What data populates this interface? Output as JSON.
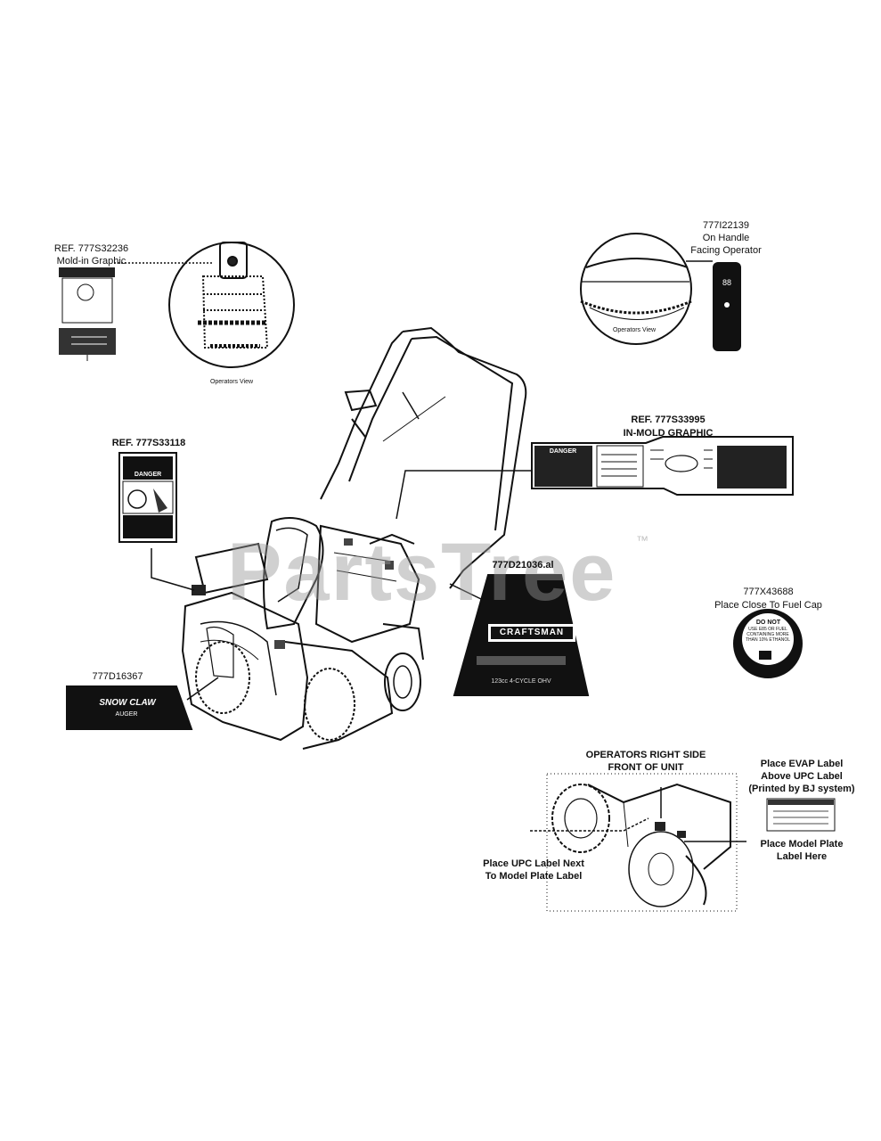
{
  "watermark": {
    "text": "PartsTree",
    "trademark": "™"
  },
  "callouts": {
    "moldin": {
      "ref": "REF. 777S32236",
      "desc": "Mold-in Graphic",
      "view": "Operators View"
    },
    "handle": {
      "part": "777I22139",
      "line1": "On Handle",
      "line2": "Facing Operator",
      "view": "Operators View"
    },
    "inmold": {
      "ref": "REF. 777S33995",
      "desc": "IN-MOLD GRAPHIC",
      "danger": "DANGER"
    },
    "danger_decal": {
      "ref": "REF. 777S33118",
      "danger": "DANGER"
    },
    "craftsman": {
      "part": "777D21036.al",
      "brand": "CRAFTSMAN",
      "engine": "123cc  4-CYCLE  OHV"
    },
    "fuel": {
      "part": "777X43688",
      "desc": "Place Close To Fuel Cap",
      "line1": "DO NOT",
      "line2": "USE E85 OR FUEL",
      "line3": "CONTAINING MORE",
      "line4": "THAN 10% ETHANOL"
    },
    "snowclaw": {
      "part": "777D16367",
      "brand": "SNOW CLAW",
      "sub": "AUGER"
    },
    "right_side": {
      "title1": "OPERATORS RIGHT SIDE",
      "title2": "FRONT OF UNIT",
      "evap1": "Place EVAP Label",
      "evap2": "Above UPC Label",
      "evap3": "(Printed by BJ system)",
      "upc1": "Place UPC Label Next",
      "upc2": "To Model Plate Label",
      "model1": "Place Model Plate",
      "model2": "Label Here"
    }
  }
}
